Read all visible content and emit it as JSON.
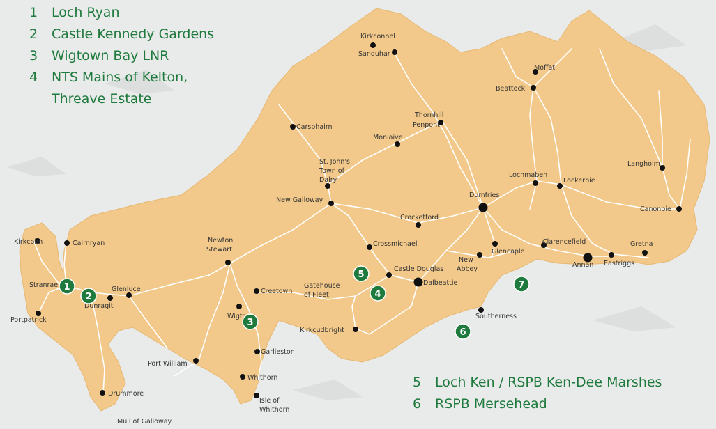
{
  "legend_top": [
    {
      "num": "1",
      "label": "Loch Ryan"
    },
    {
      "num": "2",
      "label": "Castle Kennedy Gardens"
    },
    {
      "num": "3",
      "label": "Wigtown Bay LNR"
    },
    {
      "num": "4",
      "label": "NTS Mains of Kelton,",
      "label2": "Threave Estate"
    }
  ],
  "legend_bottom": [
    {
      "num": "5",
      "label": "Loch Ken / RSPB Ken-Dee Marshes"
    },
    {
      "num": "6",
      "label": "RSPB Mersehead"
    }
  ],
  "places": {
    "kirkconnel": "Kirkconnel",
    "sanquhar": "Sanquhar",
    "moffat": "Moffat",
    "beattock": "Beattock",
    "thornhill": "Thornhill",
    "penpont": "Penpont",
    "moniaive": "Moniaive",
    "carsphairn": "Carsphairn",
    "dalry1": "St. John's",
    "dalry2": "Town of",
    "dalry3": "Dalry",
    "newgalloway": "New Galloway",
    "langholm": "Langholm",
    "lochmaben": "Lochmaben",
    "lockerbie": "Lockerbie",
    "dumfries": "Dumfries",
    "canonbie": "Canonbie",
    "crocketford": "Crocketford",
    "kirkcolm": "Kirkcolm",
    "cairnryan": "Cairnryan",
    "newton1": "Newton",
    "newton2": "Stewart",
    "crossmichael": "Crossmichael",
    "glencaple": "Glencaple",
    "clarencefield": "Clarencefield",
    "gretna": "Gretna",
    "newabbey1": "New",
    "newabbey2": "Abbey",
    "castledouglas": "Castle Douglas",
    "annan": "Annan",
    "eastriggs": "Eastriggs",
    "stranraer": "Stranraer",
    "glenluce": "Glenluce",
    "dunragit": "Dunragit",
    "creetown": "Creetown",
    "gatehouse1": "Gatehouse",
    "gatehouse2": "of Fleet",
    "dalbeattie": "Dalbeattie",
    "portpatrick": "Portpatrick",
    "wigtown": "Wigtown",
    "southerness": "Southerness",
    "kirkcudbright": "Kirkcudbright",
    "garlieston": "Garlieston",
    "portwilliam": "Port William",
    "whithorn": "Whithorn",
    "drummore": "Drummore",
    "isle1": "Isle of",
    "isle2": "Whithorn",
    "mull": "Mull of Galloway"
  },
  "markers": [
    "1",
    "2",
    "3",
    "4",
    "5",
    "6",
    "7"
  ],
  "colors": {
    "land": "#f2c98a",
    "road": "#ffffff",
    "marker": "#1f7a3e",
    "legend_text": "#1f7a3e",
    "background": "#e9ebea"
  }
}
